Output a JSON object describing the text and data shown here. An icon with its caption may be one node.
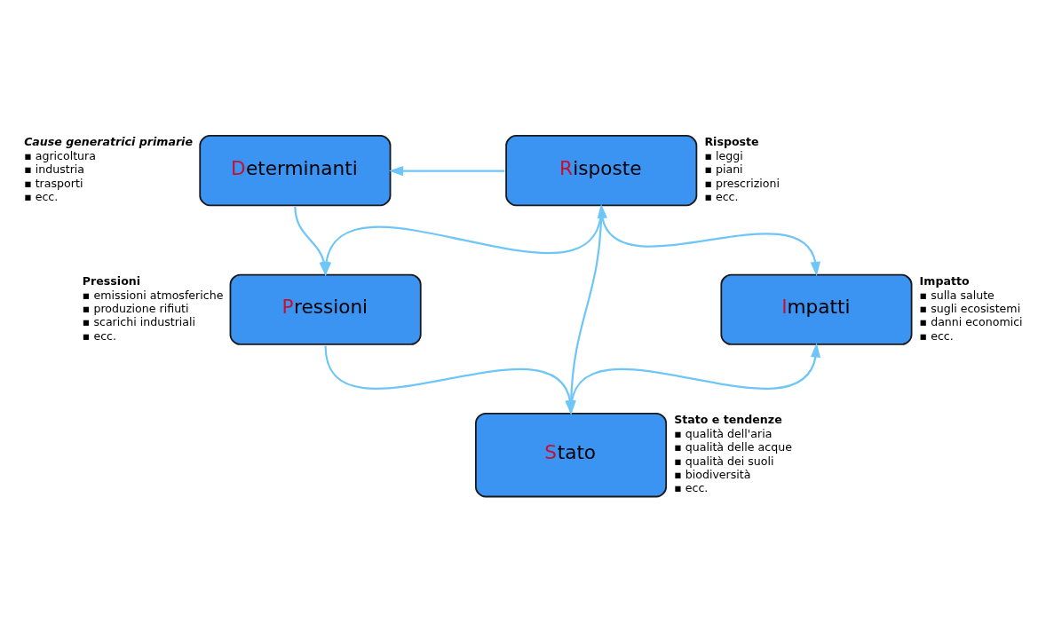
{
  "diagram": {
    "nodes": [
      {
        "text": [
          "Determinanti"
        ],
        "beside": [
          "Cause generatrici primarie",
          "▪ agricoltura",
          "▪ industria",
          "▪ trasporti",
          "▪ ecc."
        ]
      },
      {
        "text": [
          "Risposte"
        ],
        "beside": [
          "Risposte",
          "▪ leggi",
          "▪ piani",
          "▪ prescrizioni",
          "▪ ecc."
        ]
      },
      {
        "text": [
          "Pressioni"
        ],
        "beside": [
          "Pressioni",
          "▪ emissioni atmosferiche",
          "▪ produzione rifiuti",
          "▪ scarichi industriali",
          "▪ ecc."
        ]
      },
      {
        "text": [
          "Impatti"
        ],
        "beside": [
          "Impatto",
          "▪ sulla salute",
          "▪ sugli ecosistemi",
          "▪ danni economici",
          "▪ ecc."
        ]
      },
      {
        "text": [
          "Stato"
        ],
        "beside": [
          "Stato e tendenze",
          "▪ qualità dell'aria",
          "▪ qualità delle acque",
          "▪ qualità dei suoli",
          "▪ biodiversità",
          "▪ ecc."
        ]
      }
    ],
    "edges": [
      {
        "from": 1,
        "to": 0,
        "arrow": "to"
      },
      {
        "from": 0,
        "to": 2,
        "arrow": "to"
      },
      {
        "from": 1,
        "to": 2,
        "arrow": "to"
      },
      {
        "from": 1,
        "to": 4,
        "arrow": "to"
      },
      {
        "from": 2,
        "to": 4,
        "arrow": "to"
      },
      {
        "from": 4,
        "to": 3,
        "arrow": "to"
      },
      {
        "from": 3,
        "to": 1,
        "arrow": "both"
      }
    ]
  }
}
